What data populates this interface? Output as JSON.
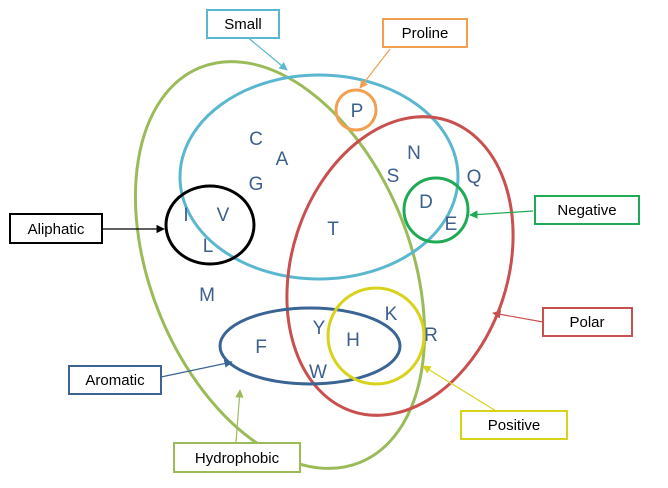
{
  "sets": [
    {
      "id": "small",
      "label": "Small",
      "color": "#5ab7cf"
    },
    {
      "id": "proline",
      "label": "Proline",
      "color": "#f0a050"
    },
    {
      "id": "aliphatic",
      "label": "Aliphatic",
      "color": "#000000"
    },
    {
      "id": "negative",
      "label": "Negative",
      "color": "#1faa55"
    },
    {
      "id": "polar",
      "label": "Polar",
      "color": "#c8504f"
    },
    {
      "id": "aromatic",
      "label": "Aromatic",
      "color": "#3a6494"
    },
    {
      "id": "positive",
      "label": "Positive",
      "color": "#d7d31a"
    },
    {
      "id": "hydrophobic",
      "label": "Hydrophobic",
      "color": "#9bbb59"
    }
  ],
  "amino_acids": [
    "P",
    "C",
    "A",
    "G",
    "N",
    "S",
    "Q",
    "D",
    "E",
    "I",
    "V",
    "L",
    "T",
    "M",
    "K",
    "R",
    "Y",
    "H",
    "F",
    "W"
  ],
  "letter_color": "#3d5f8e"
}
